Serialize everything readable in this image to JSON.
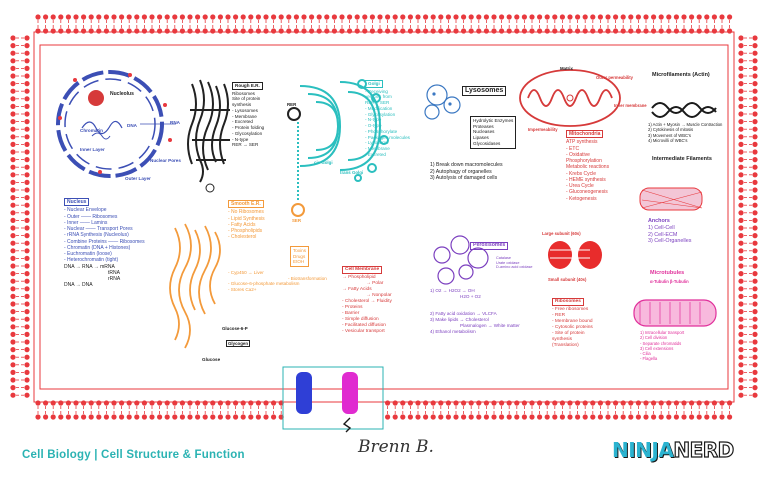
{
  "footer": {
    "title": "Cell Biology | Cell Structure & Function",
    "signature": "Brenn B.",
    "brand_ninja": "NINJA",
    "brand_nerd": "NERD"
  },
  "colors": {
    "membrane_red": "#e8393e",
    "nucleus_blue": "#3c4fb5",
    "rough_er": "#222222",
    "golgi_teal": "#2bbfbf",
    "smooth_er_orange": "#f39a3b",
    "lysosome_blue": "#3b78c2",
    "mito_red": "#d63a3a",
    "peroxisome_purple": "#7b3fbf",
    "ribosome_red": "#e82c2c",
    "microtubule_magenta": "#e0309b",
    "channel_blue": "#2f3fd6",
    "channel_pink": "#e02bd0",
    "channel_box": "#2bb3b3"
  },
  "organelles": {
    "nucleus": {
      "nucleolus": "Nucleolus",
      "chromatin": "Chromatin",
      "dna": "DNA",
      "rna": "RNA",
      "inner_layer": "Inner Layer",
      "outer_layer": "Outer Layer",
      "nuclear_pores": "Nuclear Pores"
    },
    "rough_er": {
      "title": "Rough E.R.",
      "items": [
        "Ribosomes",
        "Site of protein",
        "synthesis",
        "- Lysosomes",
        "- Membrane",
        "- Excreted",
        "- Protein folding",
        "- Glycosylation",
        "- N-type",
        "RER → SER"
      ]
    },
    "golgi": {
      "title": "Golgi",
      "items": [
        "- Receiving",
        "vesicles from",
        "RER + SER",
        "- Modification",
        "- Glycosylation",
        "- N-type",
        "- O-type",
        "- Phosphorylate",
        "- Packages molecules",
        "- Lysosome",
        "- Membrane",
        "- Excreted"
      ],
      "cis_label": "cis Golgi",
      "trans_label": "trans Golgi",
      "rer_label": "RER",
      "ser_label": "SER"
    },
    "lysosomes": {
      "title": "Lysosomes",
      "enzymes": [
        "Hydrolytic Enzymes",
        "Proteases",
        "Nucleases",
        "Lipases",
        "Glycosidases"
      ],
      "items": [
        "1) Break down macromolecules",
        "2) Autophagy of organelles",
        "3) Autolysis of damaged cells"
      ]
    },
    "mitochondria": {
      "title": "Mitochondria",
      "labels": [
        "Matrix",
        "Outer permeability",
        "Inner membrane",
        "Impermeability"
      ],
      "items": [
        "ATP synthesis",
        "- ETC",
        "- Oxidative",
        "Phosphorylation",
        "Metabolic reactions",
        "- Krebs Cycle",
        "- HEME synthesis",
        "- Urea Cycle",
        "- Gluconeogenesis",
        "- Ketogenesis"
      ]
    },
    "microfilaments": {
      "title": "Microfilaments (Actin)",
      "items": [
        "1) Actin + Myosin → Muscle Contraction",
        "2) Cytokinesis of mitosis",
        "3) Movement of WBC's",
        "4) Microvilli of WBC's"
      ]
    },
    "intermediate_filaments": {
      "title": "Intermediate Filaments",
      "anchors_title": "Anchors",
      "items": [
        "1) Cell-Cell",
        "2) Cell-ECM",
        "3) Cell-Organelles"
      ]
    },
    "microtubules": {
      "title": "Microtubules",
      "subunits": "α-Tubulin  β-Tubulin",
      "items": [
        "1) Intracellular transport",
        "2) Cell division",
        "- Separate chromatids",
        "3) Cell extensions",
        "- Cilia",
        "- Flagella"
      ]
    },
    "nucleus_text": {
      "title": "Nucleus",
      "items": [
        "- Nuclear Envelope",
        "- Outer —— Ribosomes",
        "- Inner —— Lamins",
        "- Nuclear —— Transport Pores",
        "- rRNA Synthesis (Nucleolus)",
        "- Combine Proteins —— Ribosomes",
        "- Chromatin (DNA + Histones)",
        "- Euchromatin (loose)",
        "- Heterochromatin (tight)",
        "DNA → RNA → mRNA",
        "tRNA",
        "rRNA",
        "DNA → DNA"
      ]
    },
    "smooth_er": {
      "title": "Smooth E.R.",
      "items": [
        "- No Ribosomes",
        "- Lipid Synthesis",
        "- Fatty Acids",
        "- Phospholipids",
        "- Cholesterol"
      ],
      "lower_items": [
        "- Cyp450 → Liver",
        "- Biotransformation",
        "- Glucose-6-phosphate metabolism",
        "- Stores Ca2+"
      ],
      "toxins": [
        "Toxins",
        "Drugs",
        "EtOH"
      ],
      "glucose6p": "Glucose-6-P",
      "glycogen": "Glycogen",
      "glucose": "Glucose"
    },
    "cell_membrane": {
      "title": "Cell Membrane",
      "items": [
        "→ Phospholipid",
        "→ Polar",
        "→ Fatty Acids",
        "→ Nonpolar",
        "- Cholesterol → Fluidity",
        "- Proteins",
        "- Barrier",
        "- Simple diffusion",
        "- Facilitated diffusion",
        "- Vesicular transport"
      ]
    },
    "peroxisomes": {
      "title": "Peroxisomes",
      "enzymes": [
        "Catalase",
        "Urate oxidase",
        "D-amino acid oxidase"
      ],
      "items": [
        "1) O2 → H2O2 → OH",
        "H2O + O2",
        "2) Fatty acid oxidation → VLCFA",
        "3) Make lipids → Cholesterol",
        "Plasmalogen → White matter",
        "4) Ethanol metabolism"
      ]
    },
    "ribosomes": {
      "large": "Large subunit (60s)",
      "small": "Small subunit (40s)",
      "title": "Ribosomes",
      "items": [
        "- Free ribosomes",
        "- RER",
        "- Membrane bound",
        "- Cytosolic proteins",
        "- Site of protein",
        "synthesis",
        "(Translation)"
      ]
    }
  }
}
